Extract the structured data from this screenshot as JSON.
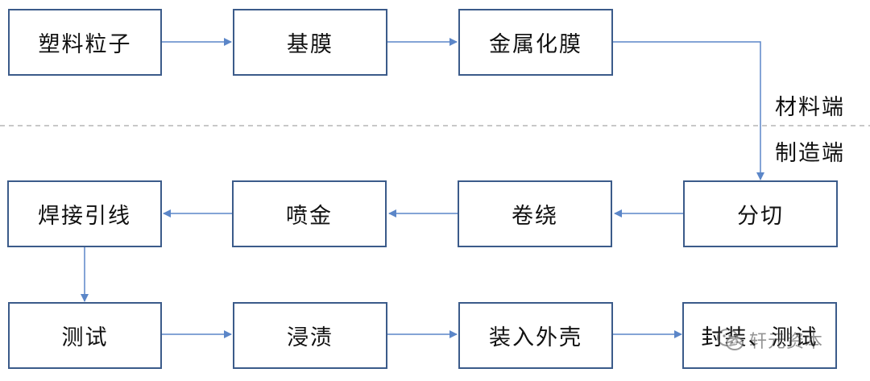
{
  "diagram": {
    "nodes": {
      "n1": "塑料粒子",
      "n2": "基膜",
      "n3": "金属化膜",
      "n4": "分切",
      "n5": "卷绕",
      "n6": "喷金",
      "n7": "焊接引线",
      "n8": "测试",
      "n9": "浸渍",
      "n10": "装入外壳",
      "n11": "封装、测试"
    },
    "regions": {
      "upper": "材料端",
      "lower": "制造端"
    },
    "edges": [
      [
        "n1",
        "n2"
      ],
      [
        "n2",
        "n3"
      ],
      [
        "n3",
        "n4"
      ],
      [
        "n4",
        "n5"
      ],
      [
        "n5",
        "n6"
      ],
      [
        "n6",
        "n7"
      ],
      [
        "n7",
        "n8"
      ],
      [
        "n8",
        "n9"
      ],
      [
        "n9",
        "n10"
      ],
      [
        "n10",
        "n11"
      ]
    ],
    "colors": {
      "box_border": "#3b5b8a",
      "arrow": "#5b86c8",
      "divider": "#b5b5b5"
    }
  },
  "watermark": {
    "text": "轩元资本",
    "icon": "wechat-icon"
  }
}
